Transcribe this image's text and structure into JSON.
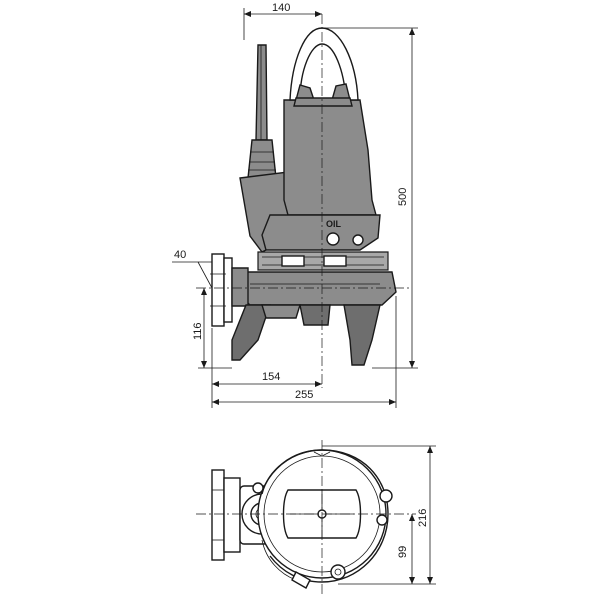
{
  "dimensions": {
    "top_width": "140",
    "height_total": "500",
    "flange_thickness": "40",
    "outlet_height": "116",
    "outlet_to_center": "154",
    "overall_width": "255",
    "plan_depth": "216",
    "plan_center_offset": "99"
  },
  "labels": {
    "oil_plug": "OIL"
  },
  "colors": {
    "line": "#1a1a1a",
    "body": "#8c8c8c",
    "body_dark": "#6e6e6e",
    "background": "#ffffff"
  }
}
